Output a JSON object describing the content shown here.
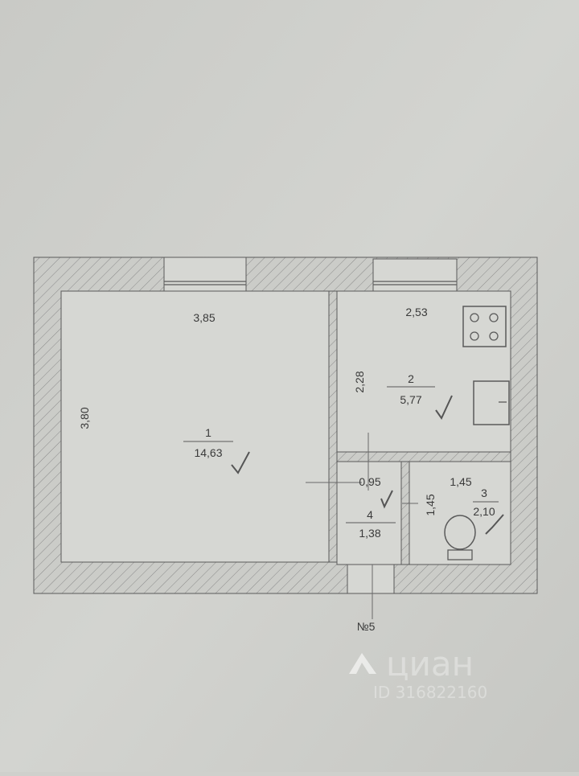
{
  "plan": {
    "room1": {
      "number": "1",
      "area": "14,63",
      "width": "3,85",
      "length": "3,80"
    },
    "room2": {
      "number": "2",
      "area": "5,77",
      "width": "2,53",
      "length": "2,28"
    },
    "room3": {
      "number": "3",
      "area": "2,10",
      "width": "1,45",
      "length": "1,45"
    },
    "room4": {
      "number": "4",
      "area": "1,38",
      "width": "0,95"
    },
    "apartment_number": "№5"
  },
  "watermark": {
    "brand": "циан",
    "id": "ID 316822160"
  },
  "colors": {
    "paper": "#cfd0cc",
    "line": "#5a5a5a",
    "hatch": "#8a8a8a",
    "room_fill": "#d6d7d3",
    "watermark": "#ffffff"
  }
}
